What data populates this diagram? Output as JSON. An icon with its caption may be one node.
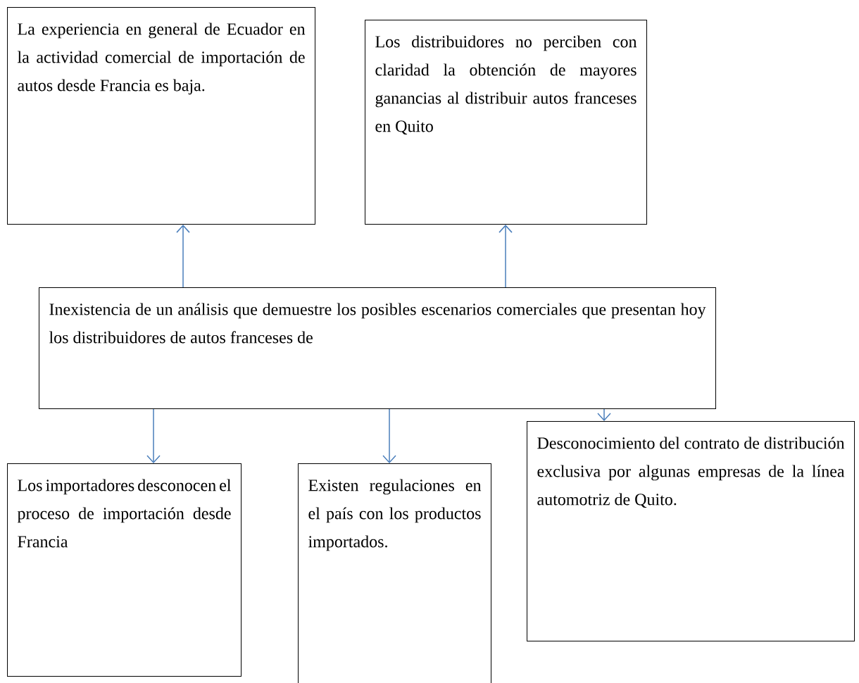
{
  "diagram": {
    "nodes": [
      {
        "text": [
          "La experiencia en general de Ecuador en la actividad comercial de importación de autos desde Francia es baja."
        ]
      },
      {
        "text": [
          "Los distribuidores no perciben con claridad la obtención de mayores ganancias al distribuir autos franceses en Quito"
        ]
      },
      {
        "text": [
          "Inexistencia de un análisis que demuestre los posibles escenarios comerciales que presentan hoy los distribuidores de autos franceses de"
        ]
      },
      {
        "text": [
          "Los importadores desconocen el proceso de importación desde Francia"
        ]
      },
      {
        "text": [
          "Existen regulaciones en el país con los productos importados."
        ]
      },
      {
        "text": [
          "Desconocimiento del contrato de distribución exclusiva por algunas empresas de la línea automotriz de Quito."
        ]
      }
    ],
    "edges": [
      {
        "from": 2,
        "to": 0,
        "arrow": "to"
      },
      {
        "from": 2,
        "to": 1,
        "arrow": "to"
      },
      {
        "from": 2,
        "to": 3,
        "arrow": "to"
      },
      {
        "from": 2,
        "to": 4,
        "arrow": "to"
      },
      {
        "from": 2,
        "to": 5,
        "arrow": "to"
      }
    ]
  }
}
